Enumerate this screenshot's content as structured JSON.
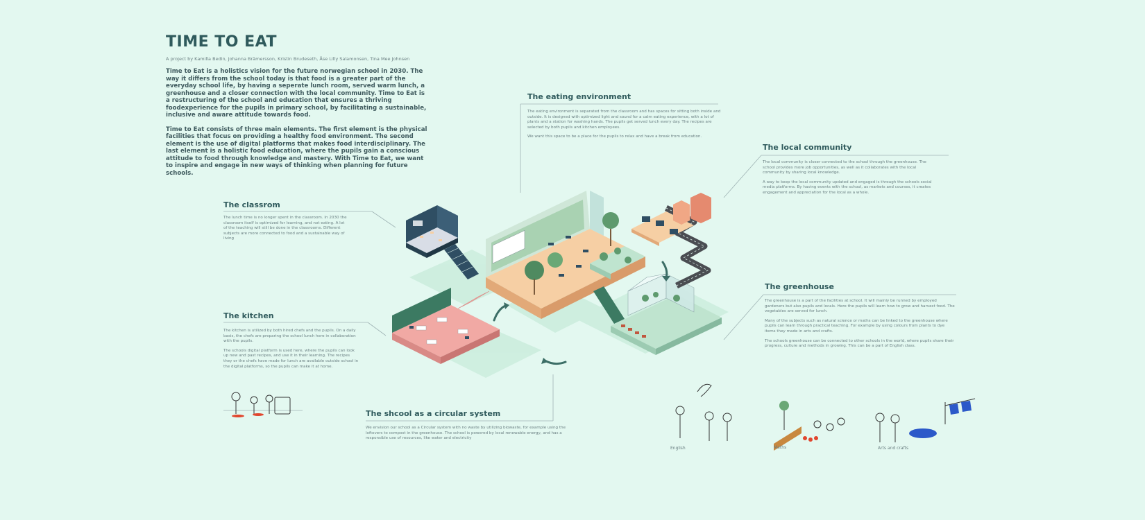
{
  "header": {
    "title": "TIME TO EAT",
    "authors": "A project by Kamilla Bedin, Johanna Brämersson, Kristin Brudeseth, Åse Lilly Salamonsen, Tina Mee Johnsen",
    "paragraphs": [
      "Time to Eat is a holistics vision for the future norwegian school in 2030. The way it differs from the school today is that food is a greater part of the everyday school life, by having a seperate lunch room, served warm lunch, a greenhouse and a closer connection with the local community. Time to Eat is a restructuring of the school and education that ensures a thriving foodexperience for the pupils in primary school, by facilitating a sustainable, inclusive and aware attitude towards food.",
      "Time to Eat consists of three main elements. The first element is the physical facilities that focus on providing a healthy food environment. The second element is the use of digital platforms that makes food interdisciplinary. The last element is a holistic food education, where the pupils gain a conscious attitude to food through knowledge and mastery. With Time to Eat, we want to inspire and engage in new ways of thinking when planning for future schools."
    ]
  },
  "sections": {
    "eating": {
      "title": "The eating environment",
      "body": [
        "The eating environment is separated from the classroom and has spaces for sitting both inside and outside. It is designed with optimized light and sound for a calm eating experience, with a lot of plants and a station for washing hands. The pupils get served lunch every day. The recipes are selected by both pupils and kitchen employees.",
        "We want this space to be a place for the pupils to relax and have a break from education."
      ]
    },
    "community": {
      "title": "The local community",
      "body": [
        "The local community is closer connected to the school through the greenhouse. The school provides more job opportunities, as well as it collaborates with the local community by sharing local knowledge.",
        "A way to keep the local community updated and engaged is through the schools social media platforms. By having events with the school, as markets and courses, it creates engagement and appreciation for the local as a whole."
      ]
    },
    "classroom": {
      "title": "The classrom",
      "body": [
        "The lunch time is no longer spent in the classroom. In 2030 the classroom itself is optimized for learning, and not eating. A lot of the teaching will still be done in the classrooms. Different subjects are more connected to food and a sustainable way of living"
      ]
    },
    "greenhouse": {
      "title": "The greenhouse",
      "body": [
        "The greenhouse is a part of the facilities at school. It will mainly be runned by employed gardeners but also pupils and locals. Here the pupils will learn how to grow and harvest food. The vegetables are served for lunch.",
        "Many of the subjects such as natural science or maths can be linked to the greenhouse where pupils can learn through practical teaching. For example by using colours from plants to dye items they made in arts and crafts.",
        "The schools greenhouse can be connected to other schools in the world, where pupils share their progress, culture and methods in growing. This can be a part of English class."
      ]
    },
    "kitchen": {
      "title": "The kitchen",
      "body": [
        "The kitchen is utilized by both hired chefs and the pupils. On a daily basis, the chefs are preparing the school lunch here in collaboration with the pupils.",
        "The schools digital platform is used here, where the pupils can look up new and past recipes, and use it in their learning. The recipes they or the chefs have made for lunch are available outside school in the digital platforms, so the pupils can make it at home."
      ]
    },
    "circular": {
      "title": "The shcool as a circular system",
      "body": [
        "We envision our school as a Circular system with no waste by utilizing biowaste, for example using the loftovers to compost in the greenhouse. The school is powered by local renewable energy, and has a responsible use of resources, like water and electricity"
      ]
    }
  },
  "subjects": {
    "english": "English",
    "maths": "Maths",
    "arts": "Arts and crafts"
  },
  "colors": {
    "background": "#e3f8f0",
    "heading": "#2f5a5c",
    "floor_peach": "#f6cfa4",
    "floor_green": "#bfe4cf",
    "kitchen_pink": "#f1a9a4",
    "wall_navy": "#2f4e63",
    "plant_green": "#5e9a6e",
    "road_gray": "#4a4d52"
  }
}
